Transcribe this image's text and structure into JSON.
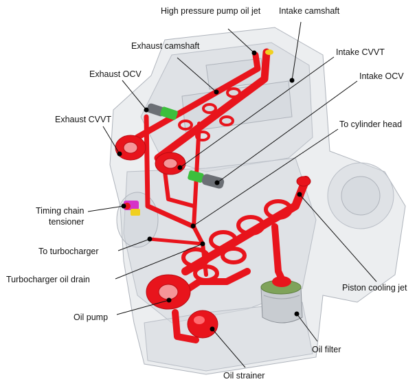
{
  "labels": {
    "high_pressure_pump_oil_jet": "High pressure pump oil jet",
    "intake_camshaft": "Intake camshaft",
    "exhaust_camshaft": "Exhaust camshaft",
    "intake_cvvt": "Intake CVVT",
    "exhaust_ocv": "Exhaust OCV",
    "intake_ocv": "Intake OCV",
    "exhaust_cvvt": "Exhaust CVVT",
    "to_cylinder_head": "To cylinder head",
    "timing_chain_tensioner_line1": "Timing chain",
    "timing_chain_tensioner_line2": "tensioner",
    "to_turbocharger": "To turbocharger",
    "turbocharger_oil_drain": "Turbocharger oil drain",
    "piston_cooling_jet": "Piston cooling jet",
    "oil_pump": "Oil pump",
    "oil_filter": "Oil filter",
    "oil_strainer": "Oil strainer"
  },
  "colors": {
    "oil_passage": "#e8141c",
    "engine_ghost": "#d6d9de",
    "ocv_solenoid": "#3cbf3c",
    "tensioner": "#d633c8"
  }
}
